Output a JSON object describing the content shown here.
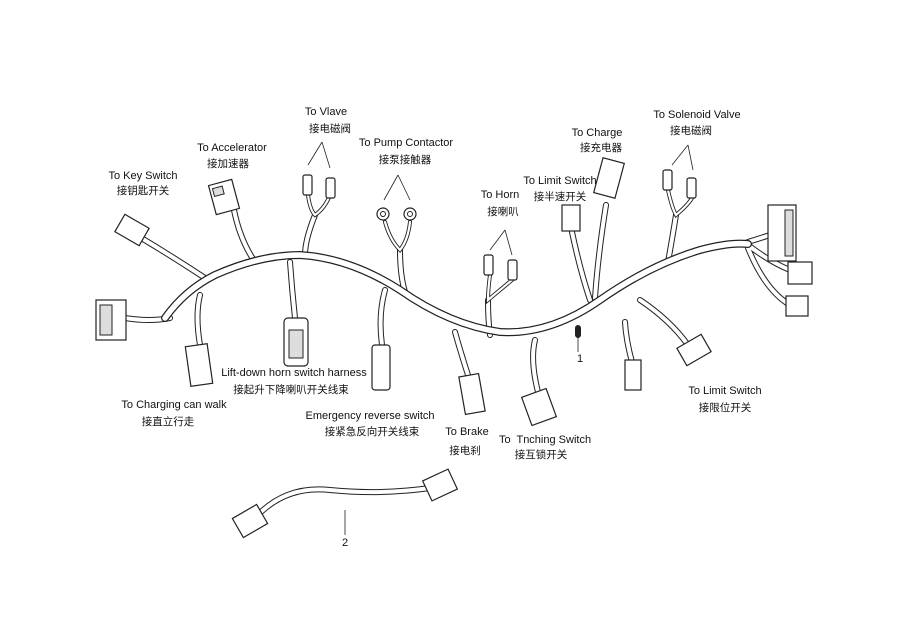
{
  "labels": {
    "valve": {
      "en": "To Vlave",
      "cn": "接电磁阀"
    },
    "accelerator": {
      "en": "To Accelerator",
      "cn": "接加速器"
    },
    "key_switch": {
      "en": "To Key Switch",
      "cn": "接钥匙开关"
    },
    "pump_contactor": {
      "en": "To Pump Contactor",
      "cn": "接泵接触器"
    },
    "horn": {
      "en": "To Horn",
      "cn": "接喇叭"
    },
    "limit_switch_half": {
      "en": "To Limit Switch",
      "cn": "接半速开关"
    },
    "charge": {
      "en": "To Charge",
      "cn": "接充电器"
    },
    "solenoid_valve": {
      "en": "To Solenoid Valve",
      "cn": "接电磁阀"
    },
    "lift_down": {
      "en": "Lift-down horn switch harness",
      "cn": "接起升下降喇叭开关线束"
    },
    "charging_walk": {
      "en": "To Charging can walk",
      "cn": "接直立行走"
    },
    "emergency": {
      "en": "Emergency reverse switch",
      "cn": "接紧急反向开关线束"
    },
    "brake": {
      "en": "To Brake",
      "cn": "接电刹"
    },
    "inching": {
      "en": "To  Tnching Switch",
      "cn": "接互锁开关"
    },
    "limit_switch": {
      "en": "To Limit Switch",
      "cn": "接限位开关"
    }
  },
  "parts": {
    "main": "1",
    "secondary": "2"
  }
}
